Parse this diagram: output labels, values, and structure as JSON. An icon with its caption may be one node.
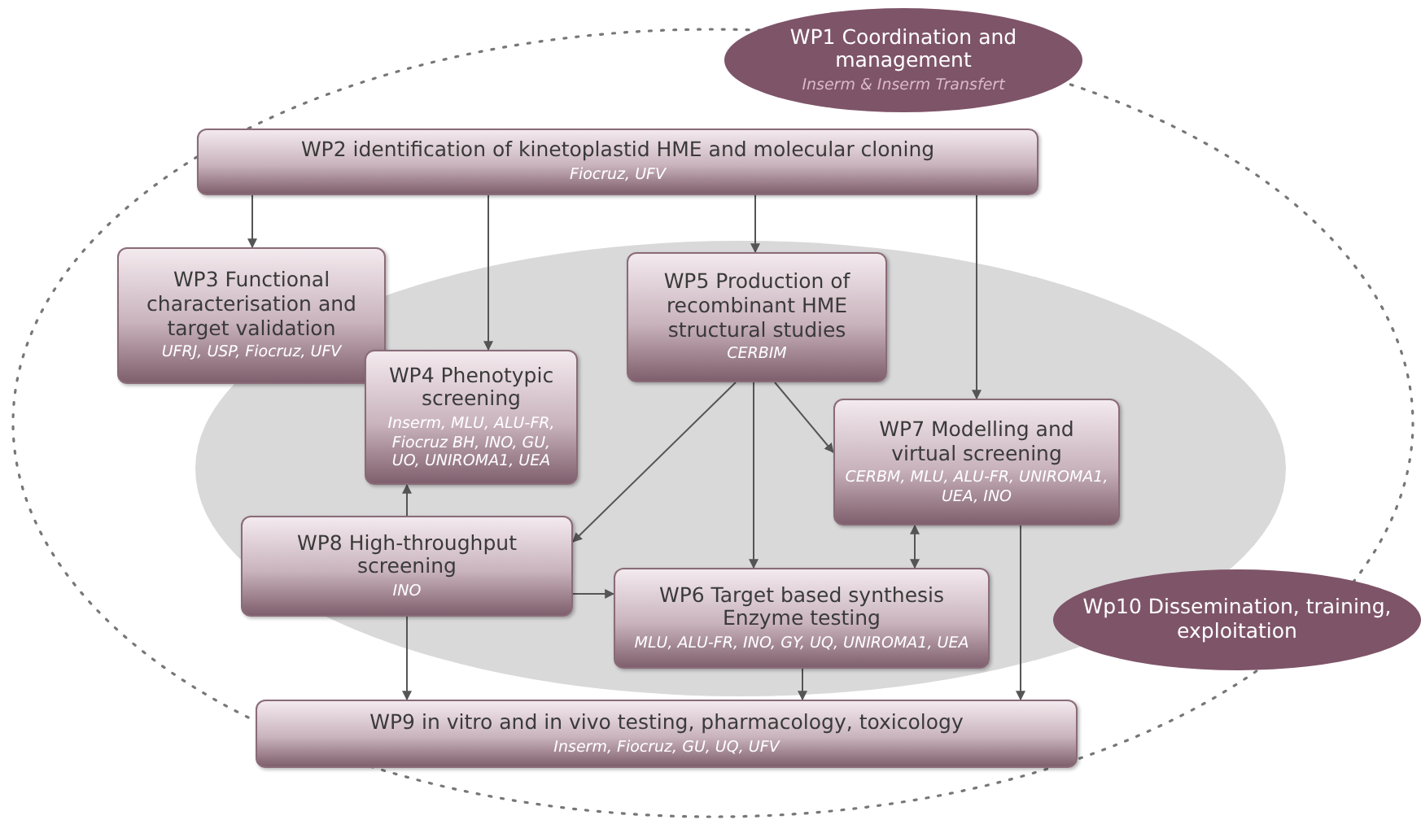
{
  "diagram": {
    "nodes": [
      {
        "text": [
          "WP1 Coordination and management",
          "Inserm & Inserm Transfert"
        ]
      },
      {
        "text": [
          "WP2 identification of kinetoplastid HME and molecular cloning",
          "Fiocruz, UFV"
        ]
      },
      {
        "text": [
          "WP3 Functional characterisation and target validation",
          "UFRJ, USP, Fiocruz, UFV"
        ]
      },
      {
        "text": [
          "WP4 Phenotypic screening",
          "Inserm, MLU, ALU-FR, Fiocruz BH, INO, GU, UO, UNIROMA1, UEA"
        ]
      },
      {
        "text": [
          "WP5 Production of recombinant HME structural studies",
          "CERBIM"
        ]
      },
      {
        "text": [
          "WP7 Modelling and virtual screening",
          "CERBM, MLU, ALU-FR, UNIROMA1, UEA, INO"
        ]
      },
      {
        "text": [
          "WP8 High-throughput screening",
          "INO"
        ]
      },
      {
        "text": [
          "WP6 Target based synthesis Enzyme testing",
          "MLU, ALU-FR, INO, GY, UQ, UNIROMA1, UEA"
        ]
      },
      {
        "text": [
          "WP9 in vitro and in vivo testing, pharmacology, toxicology",
          "Inserm, Fiocruz, GU, UQ, UFV"
        ]
      },
      {
        "text": [
          "Wp10 Dissemination, training, exploitation"
        ]
      }
    ],
    "edges": [
      {
        "from": 1,
        "to": 2,
        "arrow": "to"
      },
      {
        "from": 1,
        "to": 3,
        "arrow": "to"
      },
      {
        "from": 1,
        "to": 4,
        "arrow": "to"
      },
      {
        "from": 1,
        "to": 5,
        "arrow": "to"
      },
      {
        "from": 4,
        "to": 6,
        "arrow": "to"
      },
      {
        "from": 4,
        "to": 7,
        "arrow": "to"
      },
      {
        "from": 4,
        "to": 5,
        "arrow": "to"
      },
      {
        "from": 6,
        "to": 3,
        "arrow": "to"
      },
      {
        "from": 6,
        "to": 7,
        "arrow": "to"
      },
      {
        "from": 6,
        "to": 8,
        "arrow": "to"
      },
      {
        "from": 5,
        "to": 7,
        "arrow": "both"
      },
      {
        "from": 7,
        "to": 8,
        "arrow": "to"
      },
      {
        "from": 5,
        "to": 8,
        "arrow": "to"
      }
    ]
  }
}
